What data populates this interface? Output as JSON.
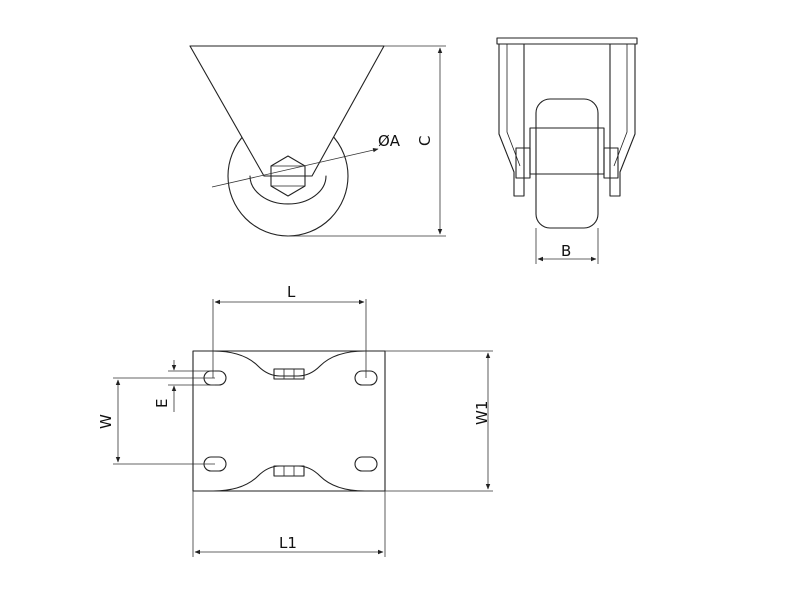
{
  "labels": {
    "diameter": "ØA",
    "height": "C",
    "wheel_width": "B",
    "hole_spacing_length": "L",
    "plate_length": "L1",
    "hole_spacing_width": "W",
    "plate_width": "W1",
    "slot_size": "E"
  },
  "colors": {
    "line": "#222222",
    "background": "#ffffff"
  }
}
